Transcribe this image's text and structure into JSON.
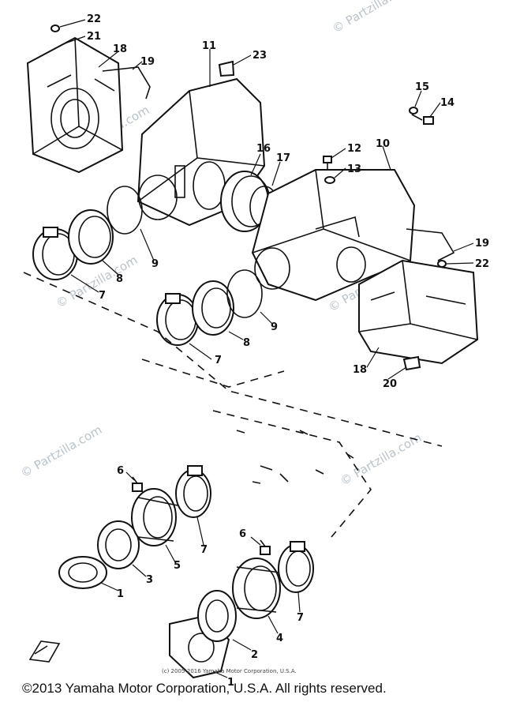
{
  "callouts": [
    "22",
    "21",
    "18",
    "19",
    "11",
    "23",
    "16",
    "17",
    "15",
    "14",
    "12",
    "13",
    "10",
    "19",
    "22",
    "9",
    "8",
    "7",
    "9",
    "8",
    "7",
    "18",
    "20",
    "6",
    "5",
    "7",
    "3",
    "1",
    "6",
    "7",
    "4",
    "2",
    "1"
  ],
  "watermarks": [
    "© Partzilla.com",
    "© Partzilla.com",
    "© Partzilla.com",
    "© Partzilla.com",
    "© Partzilla.com",
    "© Partzilla.com"
  ],
  "fine_print": "(c) 2005-2016 Yamaha Motor Corporation, U.S.A.",
  "footer": "©2013 Yamaha Motor Corporation, U.S.A. All rights reserved.",
  "colors": {
    "ink": "#111111",
    "watermark": "#b9c3cc",
    "background": "#ffffff"
  }
}
